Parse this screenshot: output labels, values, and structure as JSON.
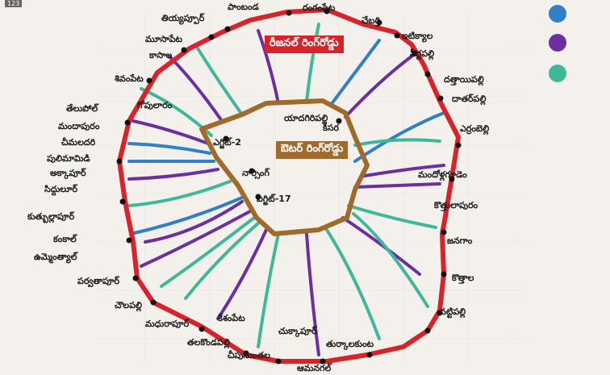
{
  "badge": "123",
  "regional_ring_label": "రీజనల్ రింగ్‌రోడ్డు",
  "outer_ring_label": "ఔటర్ రింగ్‌రోడ్డు",
  "colors": {
    "regional_ring": "#d8232a",
    "outer_ring": "#a06a2c",
    "blue": "#2f7fc9",
    "purple": "#6a2fa0",
    "green": "#3fb89a",
    "background": "#f4f1ec"
  },
  "legend": [
    {
      "name": "blue-legend-dot",
      "color": "#2f7fc9"
    },
    {
      "name": "purple-legend-dot",
      "color": "#6a2fa0"
    },
    {
      "name": "green-legend-dot",
      "color": "#3fb89a"
    }
  ],
  "places": [
    {
      "name": "పాంబండ"
    },
    {
      "name": "రంగంపేట"
    },
    {
      "name": "తియ్యప్పూర్"
    },
    {
      "name": "చేబర్తి"
    },
    {
      "name": "ఇటిక్యాల"
    },
    {
      "name": "మూసాపేట"
    },
    {
      "name": "కాసాల"
    },
    {
      "name": "పీర్లపల్లి"
    },
    {
      "name": "శివంపేట"
    },
    {
      "name": "దత్తాయిపల్లి"
    },
    {
      "name": "దాతర్‌పల్లి"
    },
    {
      "name": "తేలుపోల్"
    },
    {
      "name": "గోపులారం"
    },
    {
      "name": "మందాపురం"
    },
    {
      "name": "చీమలదరి"
    },
    {
      "name": "ఎర్రంబెల్లి"
    },
    {
      "name": "పులిమామిడి"
    },
    {
      "name": "అక్కాపూర్"
    },
    {
      "name": "సిద్దులూర్"
    },
    {
      "name": "మందోళ్లగూడెం"
    },
    {
      "name": "కుత్బుల్లాపూర్"
    },
    {
      "name": "కొత్తులాపురం"
    },
    {
      "name": "కంకాల్"
    },
    {
      "name": "ఉమ్మెంత్యాల్"
    },
    {
      "name": "జనగాం"
    },
    {
      "name": "పర్వతాపూర్"
    },
    {
      "name": "కొత్తాల"
    },
    {
      "name": "చౌలపల్లి"
    },
    {
      "name": "మధురాపూర్"
    },
    {
      "name": "కేశంపేట"
    },
    {
      "name": "వట్టిపల్లి"
    },
    {
      "name": "తలకొండపల్లి"
    },
    {
      "name": "చుక్కాపూర్"
    },
    {
      "name": "తుర్కాలకుంట"
    },
    {
      "name": "చీపునుంతల"
    },
    {
      "name": "ఆమనగల్"
    },
    {
      "name": "యాదగిరిపల్లి"
    },
    {
      "name": "కీసర"
    },
    {
      "name": "ఎగ్జిట్-2"
    },
    {
      "name": "నార్సింగ్"
    },
    {
      "name": "ఎగ్జిట్-17"
    }
  ]
}
